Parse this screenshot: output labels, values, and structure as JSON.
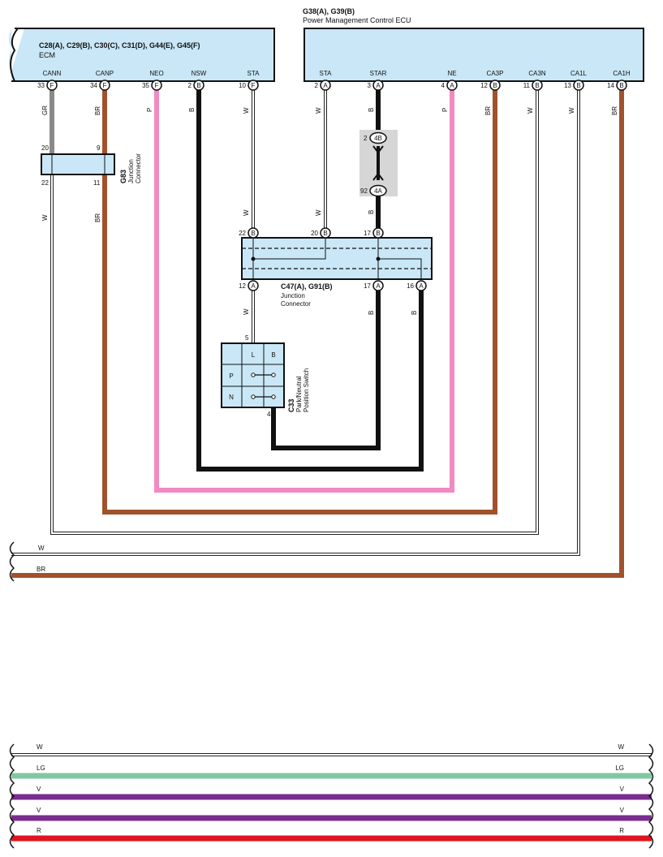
{
  "colors": {
    "box_fill": "#c9e7f6",
    "wire_gr": "#8a8a8a",
    "wire_br": "#a0522d",
    "wire_p": "#f08ac1",
    "wire_b": "#111111",
    "wire_w": "#ffffff",
    "wire_lg": "#7fc8a0",
    "wire_v": "#7a2d8e",
    "wire_r": "#e0141e",
    "connector_shade": "#d6d6d6"
  },
  "ecm": {
    "title": "C28(A), C29(B), C30(C), C31(D), G44(E), G45(F)",
    "name": "ECM",
    "terminals": [
      {
        "label": "CANN",
        "pin": "33",
        "conn": "F"
      },
      {
        "label": "CANP",
        "pin": "34",
        "conn": "F"
      },
      {
        "label": "NEO",
        "pin": "35",
        "conn": "F"
      },
      {
        "label": "NSW",
        "pin": "2",
        "conn": "B"
      },
      {
        "label": "STA",
        "pin": "10",
        "conn": "F"
      }
    ]
  },
  "pmecu": {
    "title": "G38(A), G39(B)",
    "name": "Power Management Control ECU",
    "terminals": [
      {
        "label": "STA",
        "pin": "2",
        "conn": "A"
      },
      {
        "label": "STAR",
        "pin": "3",
        "conn": "A"
      },
      {
        "label": "NE",
        "pin": "4",
        "conn": "A"
      },
      {
        "label": "CA3P",
        "pin": "12",
        "conn": "B"
      },
      {
        "label": "CA3N",
        "pin": "11",
        "conn": "B"
      },
      {
        "label": "CA1L",
        "pin": "13",
        "conn": "B"
      },
      {
        "label": "CA1H",
        "pin": "14",
        "conn": "B"
      }
    ]
  },
  "g83": {
    "id": "G83",
    "line1": "Junction",
    "line2": "Connector",
    "pin_top_left": "20",
    "pin_top_right": "9",
    "pin_bottom_left": "22",
    "pin_bottom_right": "11"
  },
  "c47": {
    "id": "C47(A), G91(B)",
    "line1": "Junction",
    "line2": "Connector",
    "top_pins": [
      {
        "pin": "22",
        "conn": "B"
      },
      {
        "pin": "20",
        "conn": "B"
      },
      {
        "pin": "17",
        "conn": "B"
      }
    ],
    "bottom_pins": [
      {
        "pin": "12",
        "conn": "A"
      },
      {
        "pin": "17",
        "conn": "A"
      },
      {
        "pin": "16",
        "conn": "A"
      }
    ]
  },
  "inline": {
    "top_pin": "2",
    "top_conn": "4B",
    "bottom_pin": "92",
    "bottom_conn": "4A"
  },
  "c33": {
    "id": "C33",
    "line1": "Park/Neutral",
    "line2": "Position Switch",
    "col_l": "L",
    "col_b": "B",
    "row_p": "P",
    "row_n": "N",
    "pin_top": "5",
    "pin_bottom": "4"
  },
  "wire_labels": {
    "gr": "GR",
    "br": "BR",
    "p": "P",
    "b": "B",
    "w": "W"
  },
  "bottom_buses": [
    {
      "left": "W",
      "right": "W",
      "color": "#ffffff"
    },
    {
      "left": "LG",
      "right": "LG",
      "color": "#7fc8a0"
    },
    {
      "left": "V",
      "right": "V",
      "color": "#7a2d8e"
    },
    {
      "left": "V",
      "right": "V",
      "color": "#7a2d8e"
    },
    {
      "left": "R",
      "right": "R",
      "color": "#e0141e"
    }
  ]
}
